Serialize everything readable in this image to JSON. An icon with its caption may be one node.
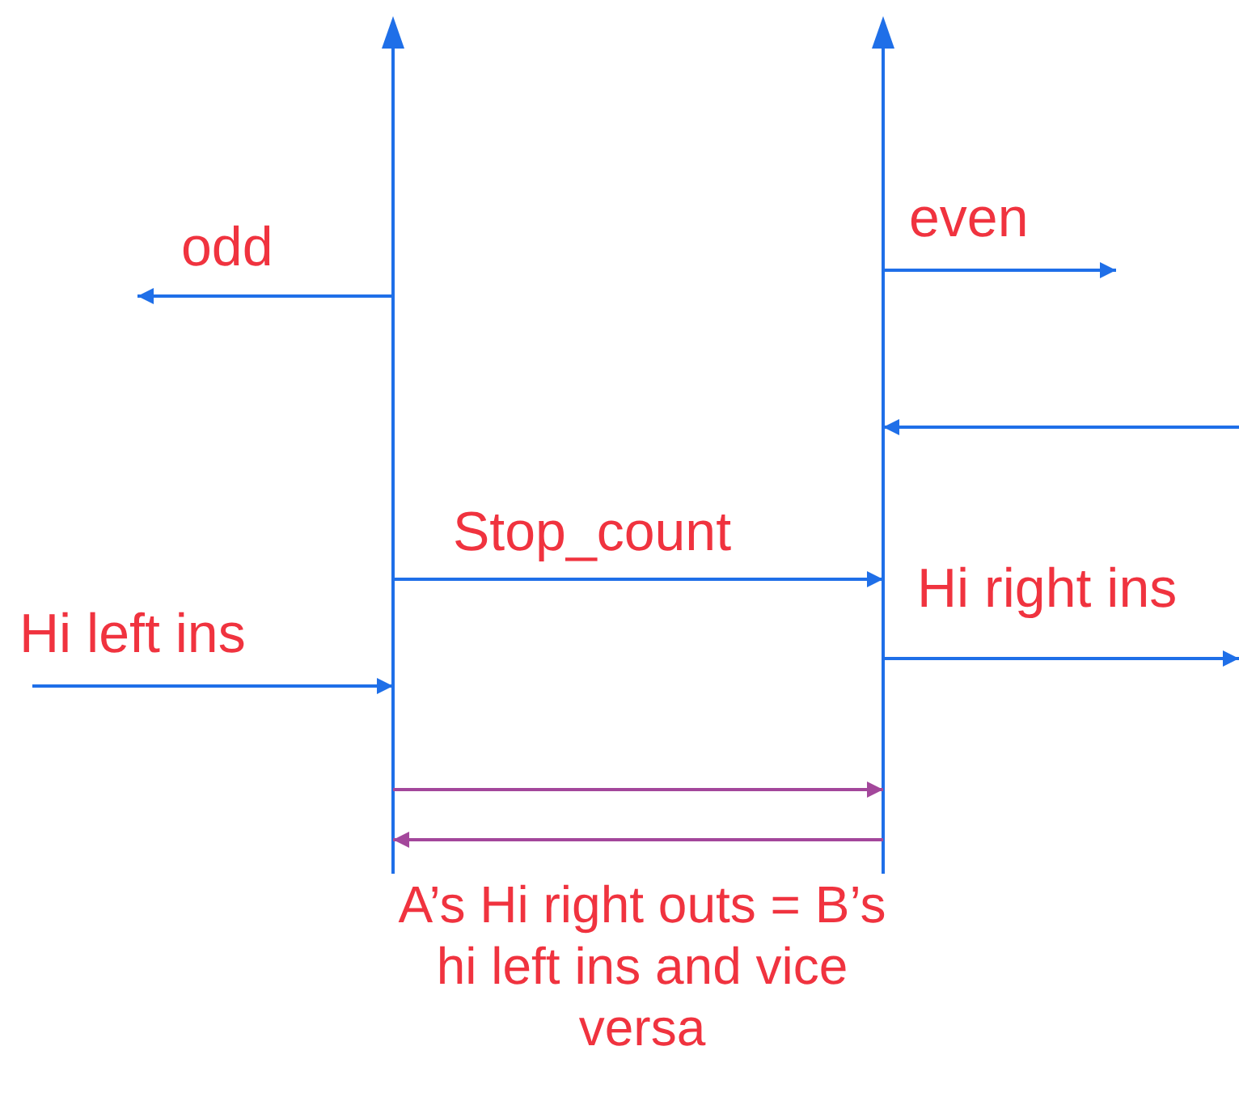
{
  "diagram": {
    "nodes": [
      {
        "text": [],
        "shape": "bar"
      },
      {
        "text": [],
        "shape": "bar"
      }
    ],
    "edges": [
      {
        "from": 0,
        "to": null,
        "arrow": "to",
        "label": "odd"
      },
      {
        "from": 1,
        "to": null,
        "arrow": "to",
        "label": "even"
      },
      {
        "from": null,
        "to": 1,
        "arrow": "to"
      },
      {
        "from": 0,
        "to": 1,
        "arrow": "to",
        "label": "Stop_count"
      },
      {
        "from": 1,
        "to": null,
        "arrow": "to",
        "label": "Hi right ins"
      },
      {
        "from": null,
        "to": 0,
        "arrow": "to",
        "label": "Hi left ins"
      },
      {
        "from": 0,
        "to": 1,
        "arrow": "to",
        "color": "#a3479b"
      },
      {
        "from": 1,
        "to": 0,
        "arrow": "to",
        "color": "#a3479b"
      }
    ],
    "labels": [
      "A’s Hi right outs = B’s hi left ins and vice versa"
    ]
  }
}
